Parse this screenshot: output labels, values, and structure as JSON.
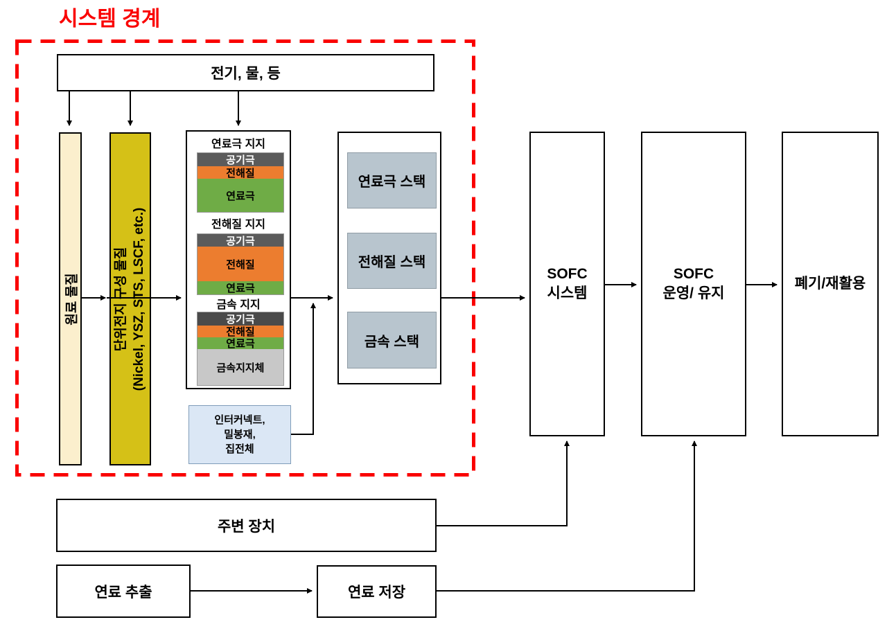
{
  "boundary": {
    "title": "시스템 경계",
    "color": "#FA0000"
  },
  "utilities_box": {
    "label": "전기, 물, 등"
  },
  "raw_material_bar": {
    "label": "원료 물질",
    "fill": "#FBEFCD"
  },
  "unit_cell_bar": {
    "line1": "단위전지 구성 물질",
    "line2": "(Nickel, YSZ, STS, LSCF, etc.)",
    "fill": "#D5C117"
  },
  "cell_types": [
    {
      "title": "연료극 지지",
      "layers": [
        {
          "label": "공기극"
        },
        {
          "label": "전해질"
        },
        {
          "label": "연료극"
        }
      ]
    },
    {
      "title": "전해질 지지",
      "layers": [
        {
          "label": "공기극"
        },
        {
          "label": "전해질"
        },
        {
          "label": "연료극"
        }
      ]
    },
    {
      "title": "금속 지지",
      "layers": [
        {
          "label": "공기극"
        },
        {
          "label": "전해질"
        },
        {
          "label": "연료극"
        },
        {
          "label": "금속지지체"
        }
      ]
    }
  ],
  "bop_box": {
    "line1": "인터커넥트,",
    "line2": "밀봉재,",
    "line3": "집전체",
    "fill": "#DBE7F5"
  },
  "stack_boxes": [
    {
      "label": "연료극 스택"
    },
    {
      "label": "전해질 스택"
    },
    {
      "label": "금속 스택"
    }
  ],
  "stack_fill": "#B8C5CE",
  "sofc_system_box": {
    "line1": "SOFC",
    "line2": "시스템"
  },
  "sofc_operation_box": {
    "line1": "SOFC",
    "line2": "운영/ 유지"
  },
  "disposal_box": {
    "label": "폐기/재활용"
  },
  "peripherals_box": {
    "label": "주변 장치"
  },
  "fuel_extraction_box": {
    "label": "연료 추출"
  },
  "fuel_storage_box": {
    "label": "연료 저장"
  },
  "colors": {
    "cathode_gray": "#5B5B5B",
    "cathode_dark_gray": "#4A4A4A",
    "electrolyte_orange": "#EC7D2F",
    "anode_green": "#6FAC46",
    "metal_support_gray": "#C8C8C8",
    "boundary_red": "#FA0000"
  }
}
